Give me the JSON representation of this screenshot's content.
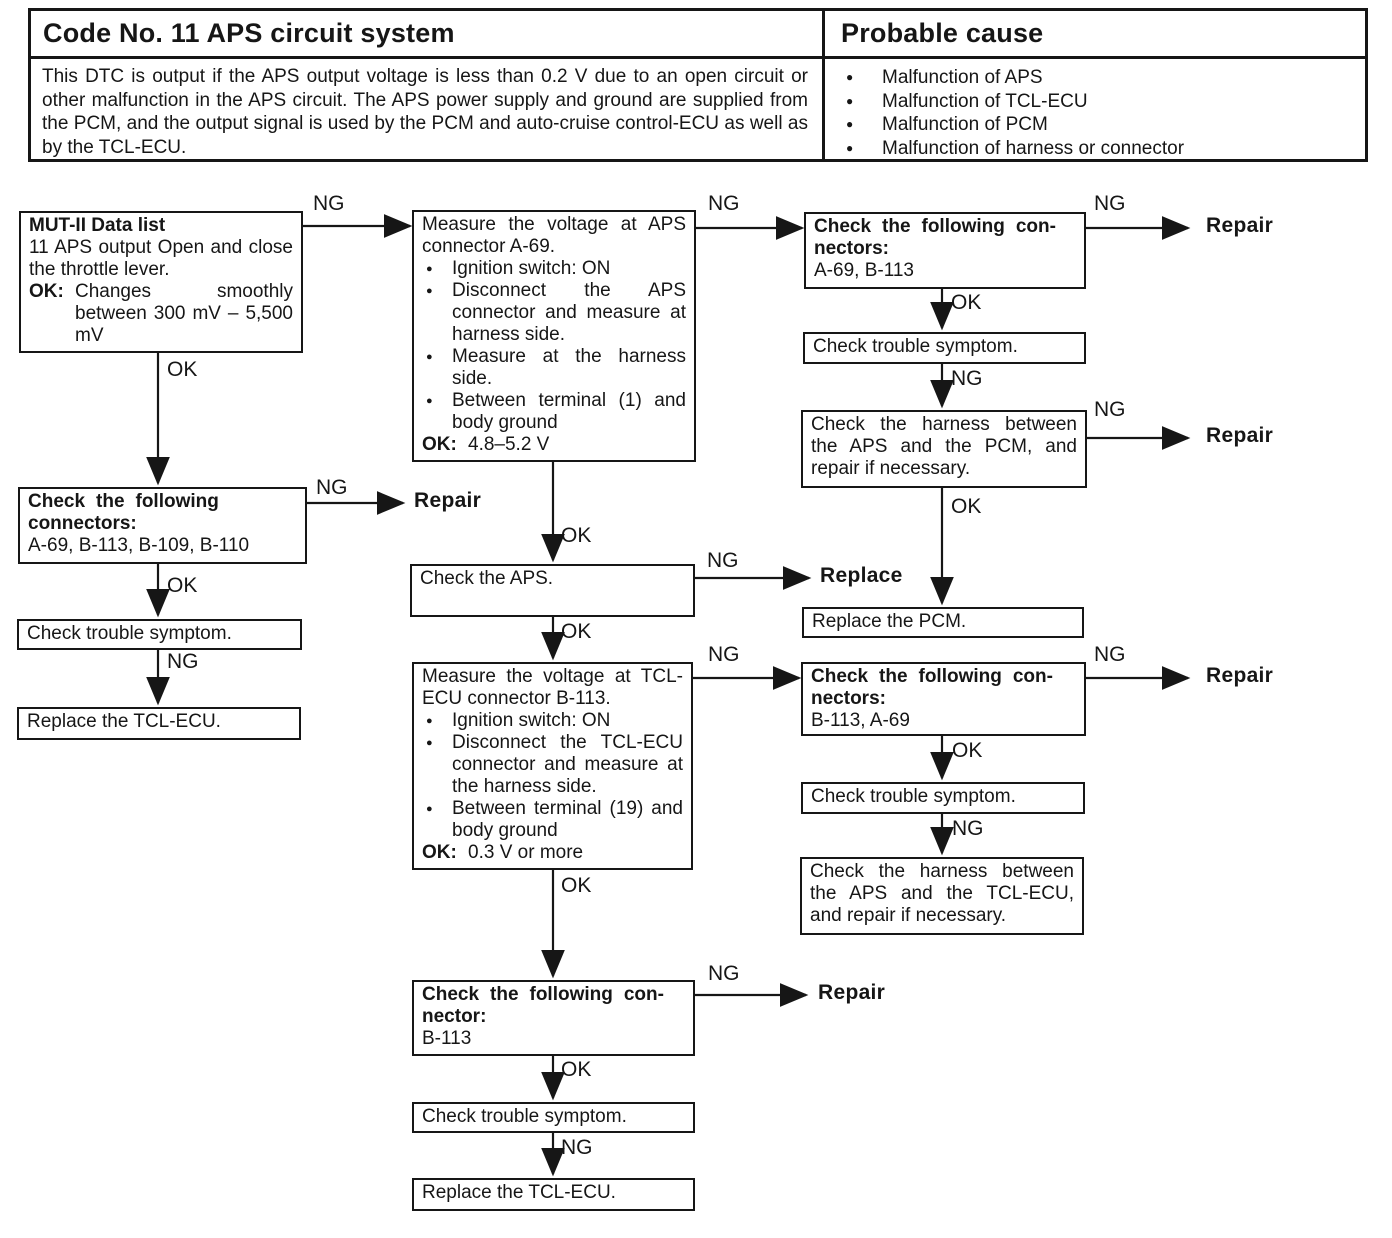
{
  "header": {
    "code_title": "Code No. 11 APS circuit system",
    "cause_title": "Probable cause",
    "description": "This DTC is output if the APS output voltage is less than 0.2 V due to an open circuit or other malfunction in the APS circuit. The APS power supply and ground are supplied from the PCM, and the output signal is used by the PCM and auto-cruise control-ECU as well as by the TCL-ECU.",
    "causes": [
      "Malfunction of APS",
      "Malfunction of TCL-ECU",
      "Malfunction of PCM",
      "Malfunction of harness or connector"
    ]
  },
  "bullet_glyph": "●",
  "labels": {
    "ng": "NG",
    "ok": "OK",
    "repair": "Repair",
    "replace": "Replace"
  },
  "nodes": {
    "mut": {
      "title": "MUT-II Data list",
      "line1": "11 APS output Open and close the throttle lever.",
      "ok_label": "OK:",
      "ok_text": "Changes smoothly between 300 mV – 5,500 mV"
    },
    "measure_aps": {
      "intro": "Measure the voltage at APS connector A-69.",
      "bullets": [
        "Ignition switch: ON",
        "Disconnect the APS connector and measure at harness side.",
        "Measure at the harness side.",
        "Between terminal (1) and body ground"
      ],
      "ok_label": "OK:",
      "ok_text": "4.8–5.2 V"
    },
    "conn_right1": {
      "bold_lines": [
        "Check the following con-",
        "nectors:"
      ],
      "text": "A-69, B-113"
    },
    "trouble_right1": {
      "text": "Check trouble symptom."
    },
    "harness_pcm": {
      "text": "Check the harness between the APS and the PCM, and repair if necessary."
    },
    "replace_pcm": {
      "text": "Replace the PCM."
    },
    "conn_left": {
      "bold_lines": [
        "Check the following",
        "connectors:"
      ],
      "text": "A-69, B-113, B-109, B-110"
    },
    "trouble_left": {
      "text": "Check trouble symptom."
    },
    "replace_left": {
      "text": "Replace the TCL-ECU."
    },
    "check_aps": {
      "text": "Check the APS."
    },
    "measure_tcl": {
      "intro": "Measure the voltage at TCL-ECU connector B-113.",
      "bullets": [
        "Ignition switch: ON",
        "Disconnect the TCL-ECU connector and measure at the harness side.",
        "Between terminal (19) and body ground"
      ],
      "ok_label": "OK:",
      "ok_text": "0.3 V or more"
    },
    "conn_right2": {
      "bold_lines": [
        "Check the following con-",
        "nectors:"
      ],
      "text": "B-113, A-69"
    },
    "trouble_right2": {
      "text": "Check trouble symptom."
    },
    "harness_tcl": {
      "text": "Check the harness between the APS and the TCL-ECU, and repair if necessary."
    },
    "conn_mid": {
      "bold_lines": [
        "Check the following con-",
        "nector:"
      ],
      "text": "B-113"
    },
    "trouble_mid": {
      "text": "Check trouble symptom."
    },
    "replace_mid": {
      "text": "Replace the TCL-ECU."
    }
  }
}
